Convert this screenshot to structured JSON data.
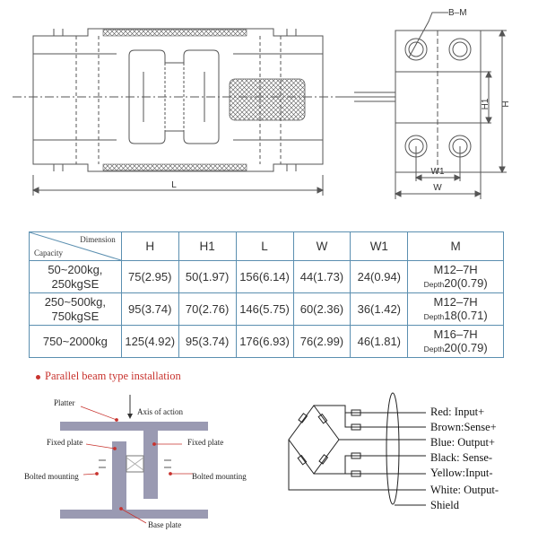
{
  "drawing": {
    "thread_label": "B–M",
    "length_label": "L",
    "h1_label": "H1",
    "h_label": "H",
    "w1_label": "W1",
    "w_label": "W"
  },
  "table": {
    "header": {
      "dimension": "Dimension",
      "capacity": "Capacity",
      "columns": [
        "H",
        "H1",
        "L",
        "W",
        "W1",
        "M"
      ]
    },
    "rows": [
      {
        "capacity": "50~200kg,\n250kgSE",
        "H": "75(2.95)",
        "H1": "50(1.97)",
        "L": "156(6.14)",
        "W": "44(1.73)",
        "W1": "24(0.94)",
        "M": "M12–7H",
        "depth_prefix": "Depth",
        "depth": "20(0.79)"
      },
      {
        "capacity": "250~500kg,\n750kgSE",
        "H": "95(3.74)",
        "H1": "70(2.76)",
        "L": "146(5.75)",
        "W": "60(2.36)",
        "W1": "36(1.42)",
        "M": "M12–7H",
        "depth_prefix": "Depth",
        "depth": "18(0.71)"
      },
      {
        "capacity": "750~2000kg",
        "H": "125(4.92)",
        "H1": "95(3.74)",
        "L": "176(6.93)",
        "W": "76(2.99)",
        "W1": "46(1.81)",
        "M": "M16–7H",
        "depth_prefix": "Depth",
        "depth": "20(0.79)"
      }
    ]
  },
  "installation": {
    "title": "Parallel beam type installation",
    "labels": {
      "platter": "Platter",
      "axis": "Axis of action",
      "fixed_left": "Fixed plate",
      "fixed_right": "Fixed plate",
      "bolted_left": "Bolted mounting",
      "bolted_right": "Bolted mounting",
      "base": "Base plate"
    },
    "colors": {
      "beam": "#9a9ab2",
      "accent": "#c8332e"
    }
  },
  "wiring": {
    "wires": [
      "Red: Input+",
      "Brown:Sense+",
      "Blue: Output+",
      "Black: Sense-",
      "Yellow:Input-",
      "White: Output-",
      "Shield"
    ]
  }
}
